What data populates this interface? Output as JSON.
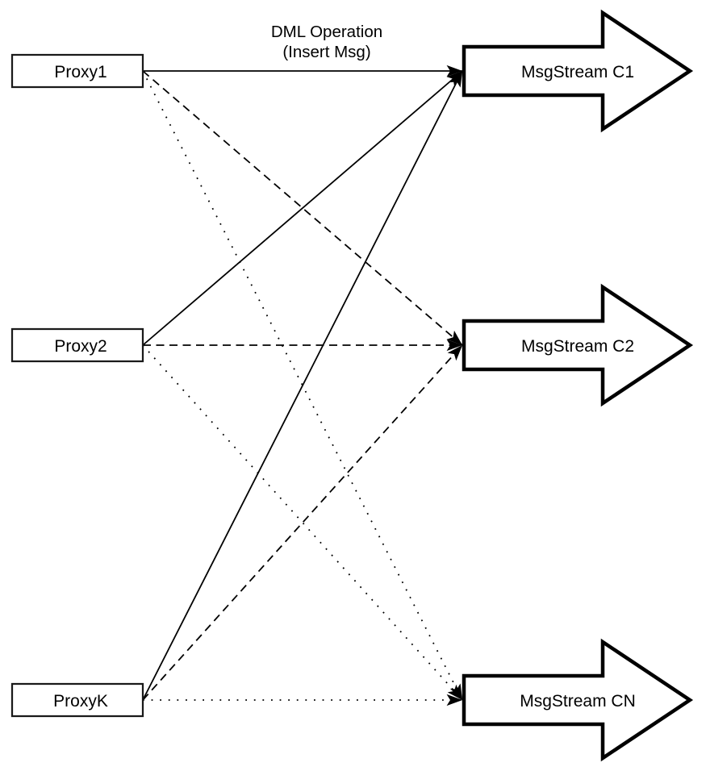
{
  "diagram": {
    "title": {
      "line1": "DML Operation",
      "line2": "(Insert Msg)"
    },
    "proxies": [
      {
        "id": "proxy1",
        "label": "Proxy1"
      },
      {
        "id": "proxy2",
        "label": "Proxy2"
      },
      {
        "id": "proxyk",
        "label": "ProxyK"
      }
    ],
    "streams": [
      {
        "id": "c1",
        "label": "MsgStream C1"
      },
      {
        "id": "c2",
        "label": "MsgStream C2"
      },
      {
        "id": "cn",
        "label": "MsgStream CN"
      }
    ],
    "edges": [
      {
        "from": "proxy1",
        "to": "c1",
        "style": "solid"
      },
      {
        "from": "proxy1",
        "to": "c2",
        "style": "dashed"
      },
      {
        "from": "proxy1",
        "to": "cn",
        "style": "dotted"
      },
      {
        "from": "proxy2",
        "to": "c1",
        "style": "solid"
      },
      {
        "from": "proxy2",
        "to": "c2",
        "style": "dashed"
      },
      {
        "from": "proxy2",
        "to": "cn",
        "style": "dotted"
      },
      {
        "from": "proxyk",
        "to": "c1",
        "style": "solid"
      },
      {
        "from": "proxyk",
        "to": "c2",
        "style": "dashed"
      },
      {
        "from": "proxyk",
        "to": "cn",
        "style": "dotted"
      }
    ],
    "colors": {
      "ink": "#000000",
      "background": "#ffffff"
    }
  }
}
